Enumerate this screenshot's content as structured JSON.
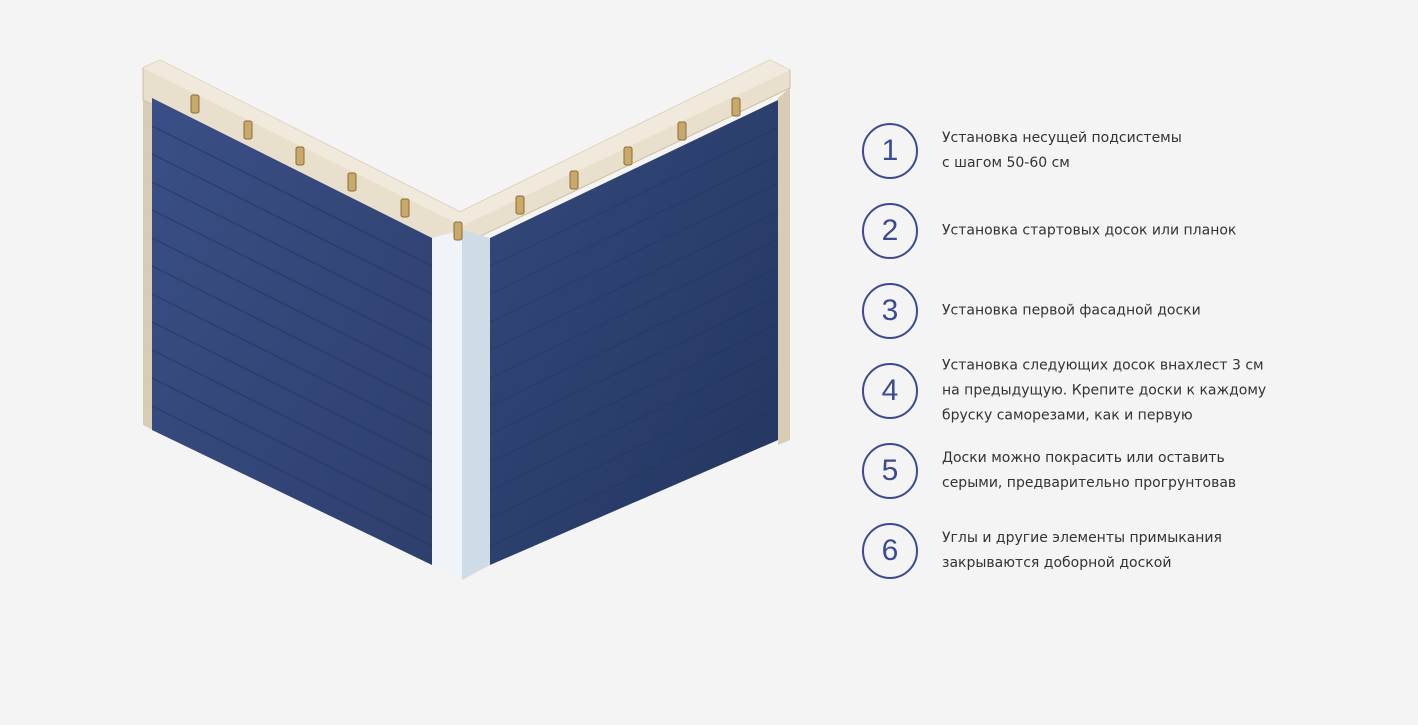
{
  "steps": [
    {
      "number": "1",
      "text": "Установка несущей подсистемы\nс шагом 50-60 см"
    },
    {
      "number": "2",
      "text": "Установка стартовых досок или планок"
    },
    {
      "number": "3",
      "text": "Установка первой фасадной доски"
    },
    {
      "number": "4",
      "text": "Установка следующих досок внахлест 3 см\nна предыдущую. Крепите доски к каждому\nбруску саморезами, как и первую"
    },
    {
      "number": "5",
      "text": "Доски можно покрасить или оставить\nсерыми, предварительно прогрунтовав"
    },
    {
      "number": "6",
      "text": "Углы и другие элементы примыкания\nзакрываются доборной доской"
    }
  ],
  "colors": {
    "accent": "#3a4a94",
    "panel": "#34497a",
    "trim": "#e3ebf2",
    "beam": "#e8dfcc"
  }
}
